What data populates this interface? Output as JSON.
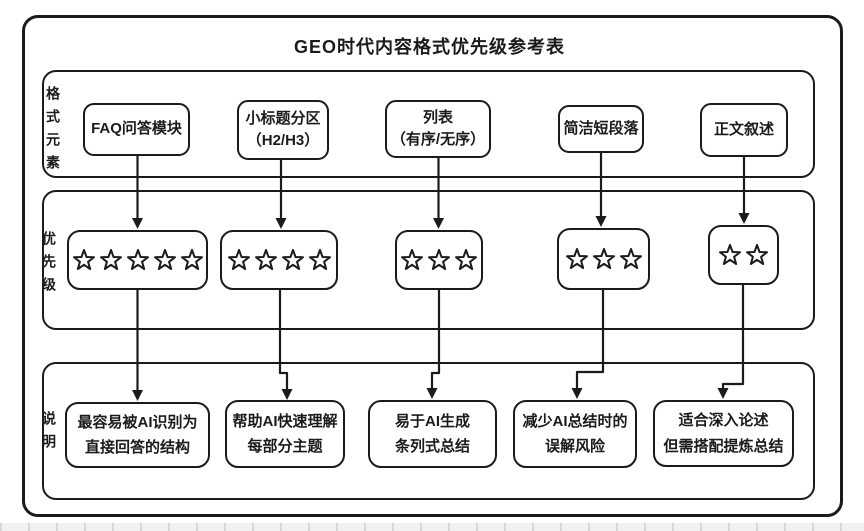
{
  "title": "GEO时代内容格式优先级参考表",
  "colors": {
    "line": "#1b1b1b",
    "background": "#ffffff"
  },
  "rows": {
    "format": {
      "label": "格式元素",
      "items": [
        {
          "line1": "FAQ问答模块",
          "line2": ""
        },
        {
          "line1": "小标题分区",
          "line2": "（H2/H3）"
        },
        {
          "line1": "列表",
          "line2": "（有序/无序）"
        },
        {
          "line1": "简洁短段落",
          "line2": ""
        },
        {
          "line1": "正文叙述",
          "line2": ""
        }
      ]
    },
    "priority": {
      "label": "优先级",
      "items": [
        {
          "stars": 5
        },
        {
          "stars": 4
        },
        {
          "stars": 3
        },
        {
          "stars": 3
        },
        {
          "stars": 2
        }
      ]
    },
    "notes": {
      "label": "说明",
      "items": [
        {
          "line1": "最容易被AI识别为",
          "line2": "直接回答的结构"
        },
        {
          "line1": "帮助AI快速理解",
          "line2": "每部分主题"
        },
        {
          "line1": "易于AI生成",
          "line2": "条列式总结"
        },
        {
          "line1": "减少AI总结时的",
          "line2": "误解风险"
        },
        {
          "line1": "适合深入论述",
          "line2": "但需搭配提炼总结"
        }
      ]
    }
  },
  "icons": {
    "star": "star-outline"
  }
}
